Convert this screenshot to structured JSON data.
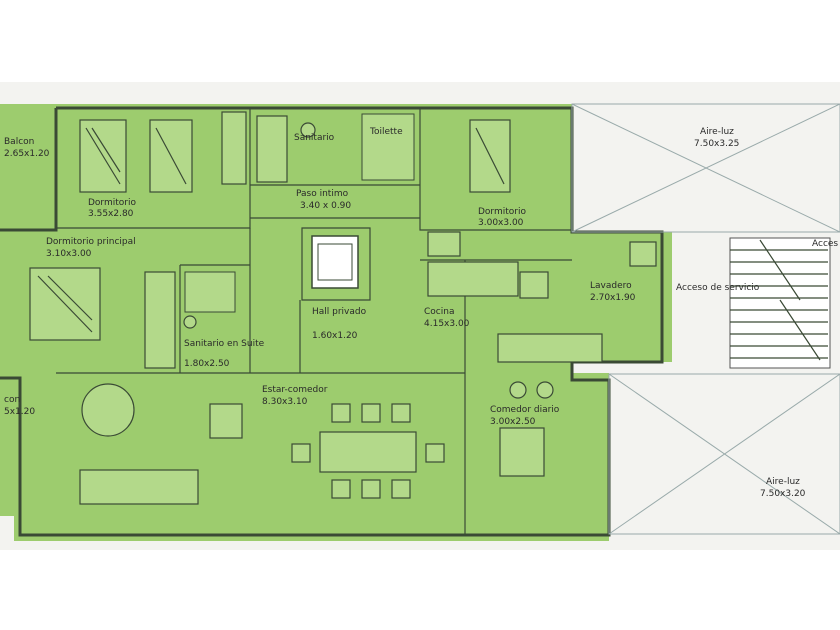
{
  "colors": {
    "floor": "#9dcc6e",
    "paper": "#f3f3f0",
    "wall": "#3a4a35",
    "furniture": "#b3d98a"
  },
  "rooms": [
    {
      "id": "balcon-top",
      "name": "Balcon",
      "size": "2.65x1.20"
    },
    {
      "id": "dormitorio-1",
      "name": "Dormitorio",
      "size": "3.55x2.80"
    },
    {
      "id": "sanitario",
      "name": "Sanitario",
      "size": ""
    },
    {
      "id": "toilette",
      "name": "Toilette",
      "size": ""
    },
    {
      "id": "paso-intimo",
      "name": "Paso intimo",
      "size": "3.40 x 0.90"
    },
    {
      "id": "dormitorio-2",
      "name": "Dormitorio",
      "size": "3.00x3.00"
    },
    {
      "id": "aire-luz-top",
      "name": "Aire-luz",
      "size": "7.50x3.25"
    },
    {
      "id": "dormitorio-principal",
      "name": "Dormitorio principal",
      "size": "3.10x3.00"
    },
    {
      "id": "hall-privado",
      "name": "Hall privado",
      "size": "1.60x1.20"
    },
    {
      "id": "cocina",
      "name": "Cocina",
      "size": "4.15x3.00"
    },
    {
      "id": "lavadero",
      "name": "Lavadero",
      "size": "2.70x1.90"
    },
    {
      "id": "acceso-servicio",
      "name": "Acceso de servicio",
      "size": ""
    },
    {
      "id": "acceso-right",
      "name": "Acces",
      "size": ""
    },
    {
      "id": "sanitario-suite",
      "name": "Sanitario en Suite",
      "size": "1.80x2.50"
    },
    {
      "id": "balcon-left",
      "name": "con",
      "size": "5x1.20"
    },
    {
      "id": "estar-comedor",
      "name": "Estar-comedor",
      "size": "8.30x3.10"
    },
    {
      "id": "comedor-diario",
      "name": "Comedor diario",
      "size": "3.00x2.50"
    },
    {
      "id": "aire-luz-bottom",
      "name": "Aire-luz",
      "size": "7.50x3.20"
    }
  ]
}
